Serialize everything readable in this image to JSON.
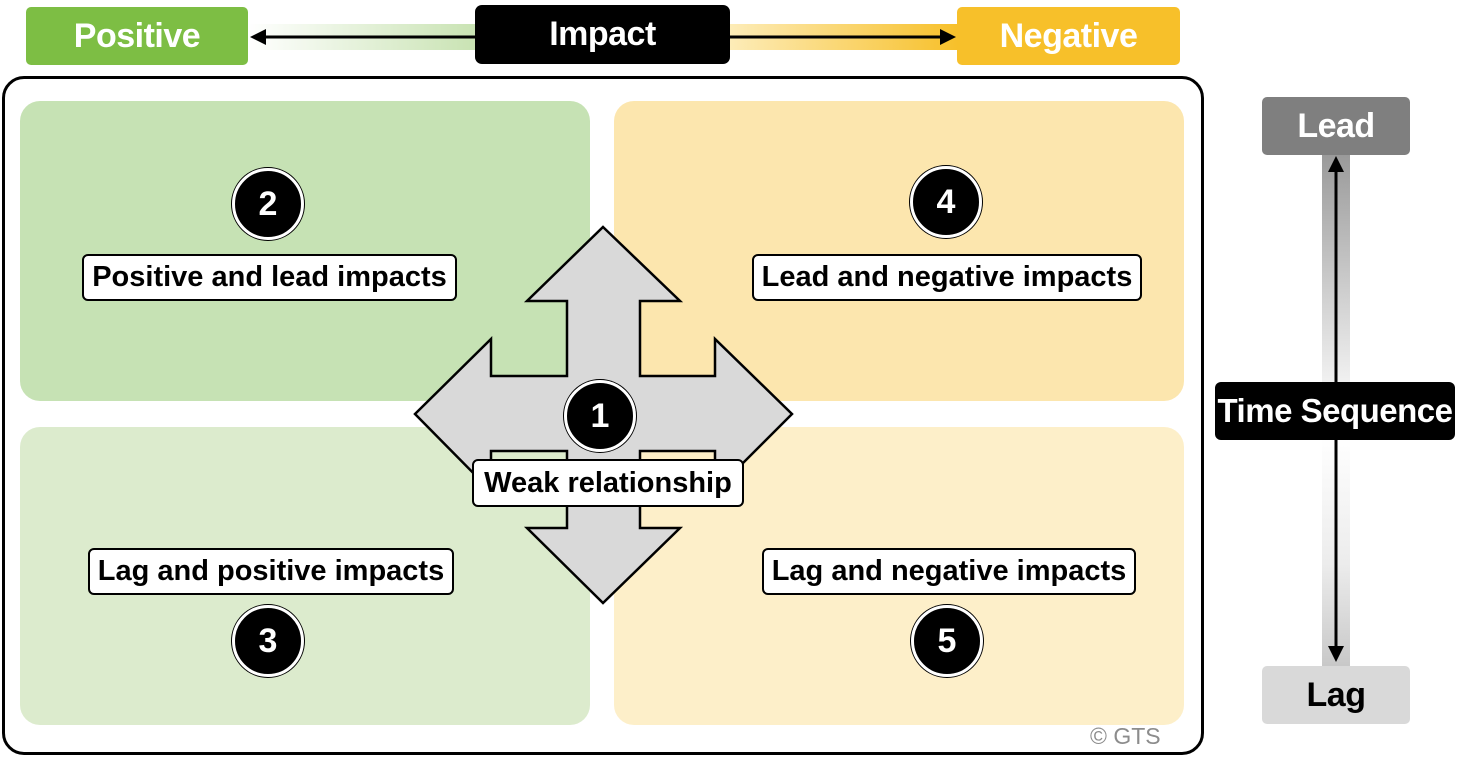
{
  "impact": {
    "positive": "Positive",
    "title": "Impact",
    "negative": "Negative"
  },
  "quadrants": {
    "center": {
      "number": "1",
      "label": "Weak relationship"
    },
    "top_left": {
      "number": "2",
      "label": "Positive and lead impacts"
    },
    "bottom_left": {
      "number": "3",
      "label": "Lag and positive impacts"
    },
    "top_right": {
      "number": "4",
      "label": "Lead and negative impacts"
    },
    "bottom_right": {
      "number": "5",
      "label": "Lag and negative impacts"
    }
  },
  "time_sequence": {
    "title": "Time Sequence",
    "lead": "Lead",
    "lag": "Lag"
  },
  "copyright": "© GTS",
  "colors": {
    "positive": "#7dbe44",
    "negative": "#f7c02a",
    "quad_top_left": "#c6e2b4",
    "quad_bottom_left": "#dcebcd",
    "quad_top_right": "#fce6ae",
    "quad_bottom_right": "#fdefc9",
    "arrow_fill": "#d9d9d9"
  }
}
